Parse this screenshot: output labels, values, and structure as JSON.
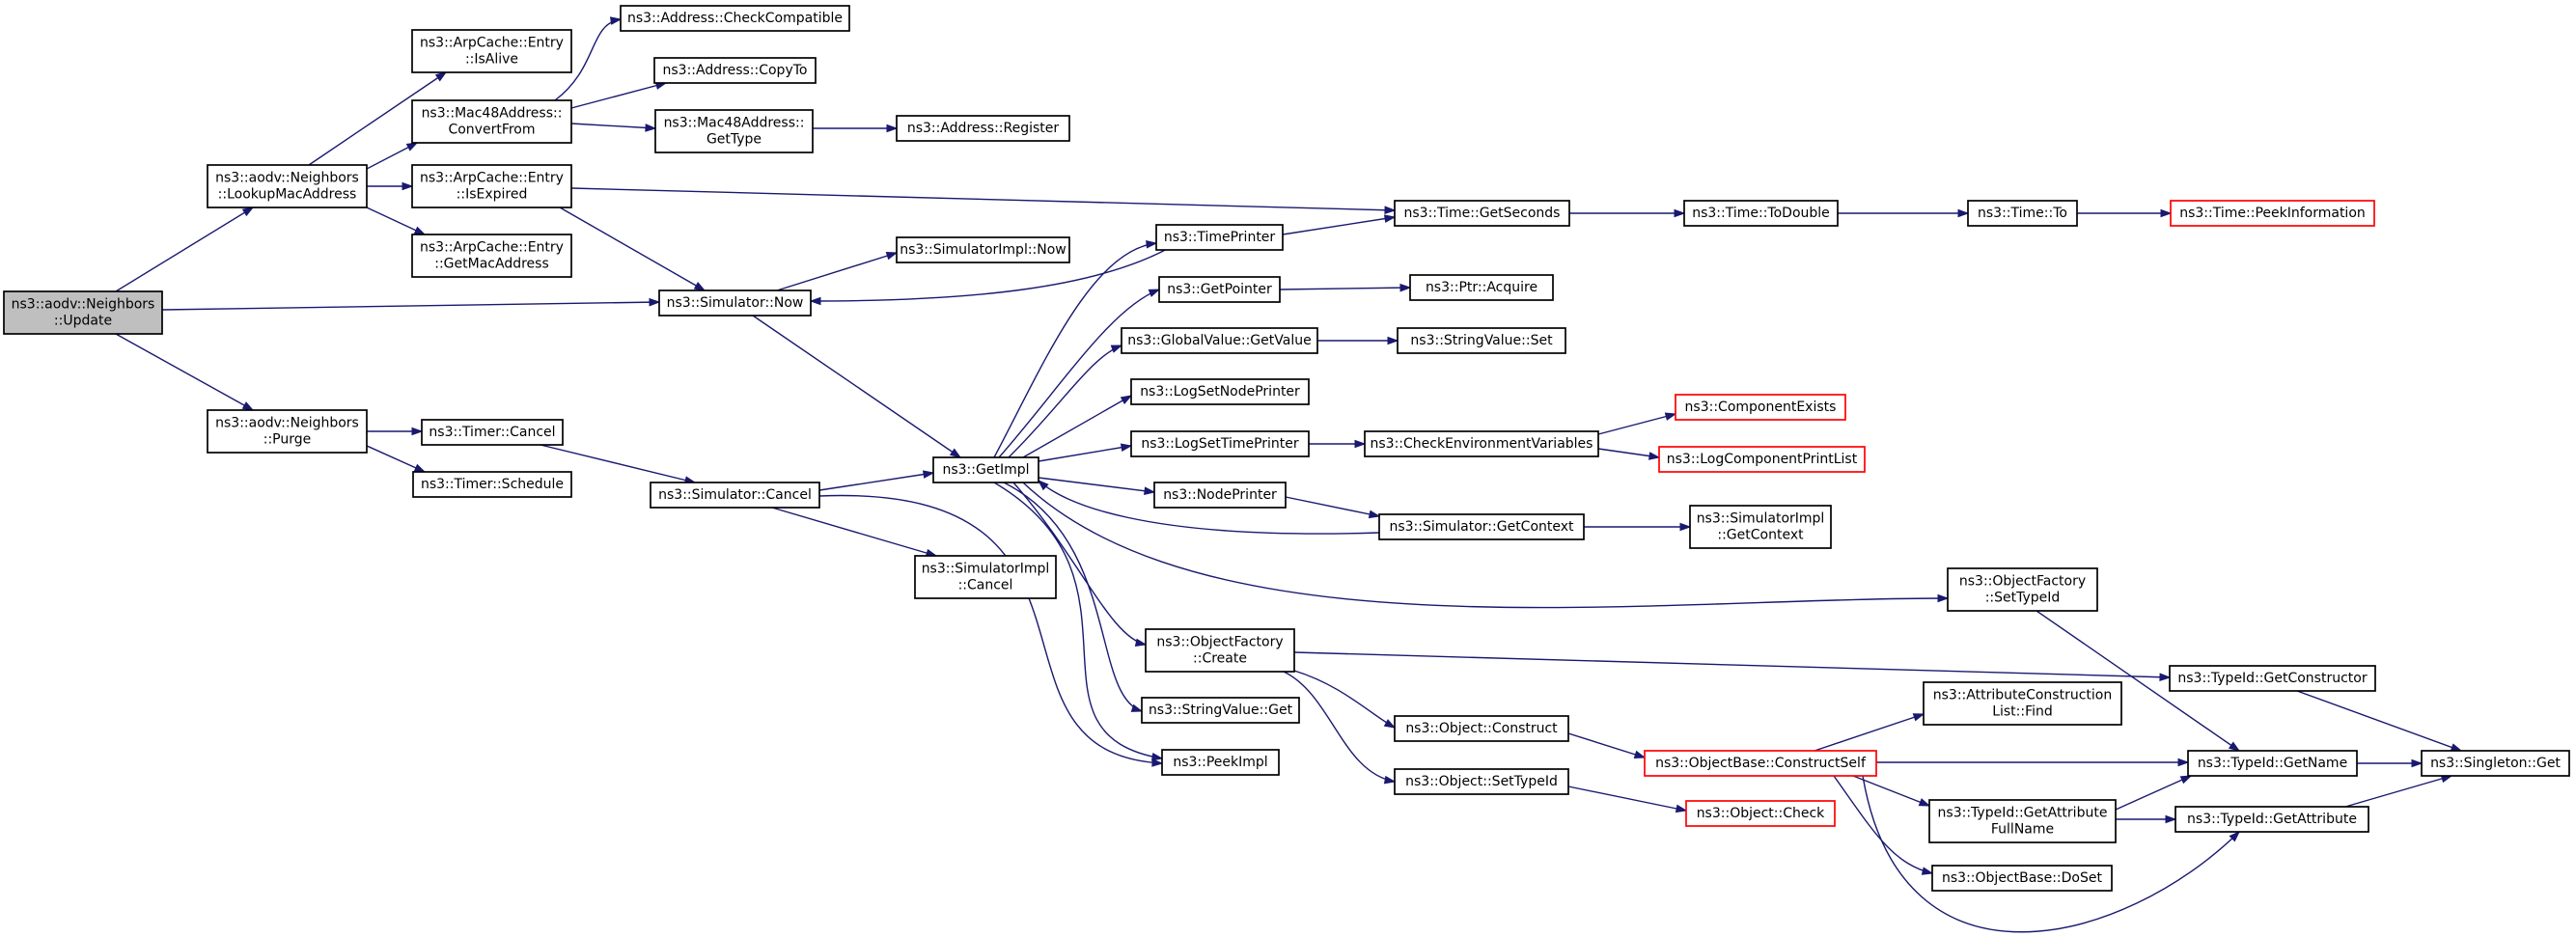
{
  "graph": {
    "nodes": [
      {
        "id": "update",
        "lines": [
          "ns3::aodv::Neighbors",
          "::Update"
        ]
      },
      {
        "id": "lookup_mac",
        "lines": [
          "ns3::aodv::Neighbors",
          "::LookupMacAddress"
        ]
      },
      {
        "id": "purge",
        "lines": [
          "ns3::aodv::Neighbors",
          "::Purge"
        ]
      },
      {
        "id": "arp_isalive",
        "lines": [
          "ns3::ArpCache::Entry",
          "::IsAlive"
        ]
      },
      {
        "id": "mac48_convertfrom",
        "lines": [
          "ns3::Mac48Address::",
          "ConvertFrom"
        ]
      },
      {
        "id": "arp_isexpired",
        "lines": [
          "ns3::ArpCache::Entry",
          "::IsExpired"
        ]
      },
      {
        "id": "arp_getmac",
        "lines": [
          "ns3::ArpCache::Entry",
          "::GetMacAddress"
        ]
      },
      {
        "id": "timer_cancel",
        "lines": [
          "ns3::Timer::Cancel"
        ]
      },
      {
        "id": "timer_schedule",
        "lines": [
          "ns3::Timer::Schedule"
        ]
      },
      {
        "id": "addr_checkcompat",
        "lines": [
          "ns3::Address::CheckCompatible"
        ]
      },
      {
        "id": "addr_copyto",
        "lines": [
          "ns3::Address::CopyTo"
        ]
      },
      {
        "id": "mac48_gettype",
        "lines": [
          "ns3::Mac48Address::",
          "GetType"
        ]
      },
      {
        "id": "addr_register",
        "lines": [
          "ns3::Address::Register"
        ]
      },
      {
        "id": "sim_now",
        "lines": [
          "ns3::Simulator::Now"
        ]
      },
      {
        "id": "sim_cancel",
        "lines": [
          "ns3::Simulator::Cancel"
        ]
      },
      {
        "id": "simimpl_now",
        "lines": [
          "ns3::SimulatorImpl::Now"
        ]
      },
      {
        "id": "simimpl_cancel",
        "lines": [
          "ns3::SimulatorImpl",
          "::Cancel"
        ]
      },
      {
        "id": "getimpl",
        "lines": [
          "ns3::GetImpl"
        ]
      },
      {
        "id": "timeprinter",
        "lines": [
          "ns3::TimePrinter"
        ]
      },
      {
        "id": "getpointer",
        "lines": [
          "ns3::GetPointer"
        ]
      },
      {
        "id": "gv_getvalue",
        "lines": [
          "ns3::GlobalValue::GetValue"
        ]
      },
      {
        "id": "logsetnodeprinter",
        "lines": [
          "ns3::LogSetNodePrinter"
        ]
      },
      {
        "id": "logsettimeprinter",
        "lines": [
          "ns3::LogSetTimePrinter"
        ]
      },
      {
        "id": "nodeprinter",
        "lines": [
          "ns3::NodePrinter"
        ]
      },
      {
        "id": "of_create",
        "lines": [
          "ns3::ObjectFactory",
          "::Create"
        ]
      },
      {
        "id": "stringvalue_get",
        "lines": [
          "ns3::StringValue::Get"
        ]
      },
      {
        "id": "peekimpl",
        "lines": [
          "ns3::PeekImpl"
        ]
      },
      {
        "id": "time_getseconds",
        "lines": [
          "ns3::Time::GetSeconds"
        ]
      },
      {
        "id": "ptr_acquire",
        "lines": [
          "ns3::Ptr::Acquire"
        ]
      },
      {
        "id": "stringvalue_set",
        "lines": [
          "ns3::StringValue::Set"
        ]
      },
      {
        "id": "checkenvvars",
        "lines": [
          "ns3::CheckEnvironmentVariables"
        ]
      },
      {
        "id": "sim_getcontext",
        "lines": [
          "ns3::Simulator::GetContext"
        ]
      },
      {
        "id": "obj_construct",
        "lines": [
          "ns3::Object::Construct"
        ]
      },
      {
        "id": "obj_settypeid",
        "lines": [
          "ns3::Object::SetTypeId"
        ]
      },
      {
        "id": "time_todouble",
        "lines": [
          "ns3::Time::ToDouble"
        ]
      },
      {
        "id": "componentexists",
        "lines": [
          "ns3::ComponentExists"
        ],
        "red": true
      },
      {
        "id": "logcompprintlist",
        "lines": [
          "ns3::LogComponentPrintList"
        ],
        "red": true
      },
      {
        "id": "simimpl_getcontext",
        "lines": [
          "ns3::SimulatorImpl",
          "::GetContext"
        ]
      },
      {
        "id": "objbase_constructself",
        "lines": [
          "ns3::ObjectBase::ConstructSelf"
        ],
        "red": true
      },
      {
        "id": "obj_check",
        "lines": [
          "ns3::Object::Check"
        ],
        "red": true
      },
      {
        "id": "time_to",
        "lines": [
          "ns3::Time::To"
        ]
      },
      {
        "id": "of_settypeid",
        "lines": [
          "ns3::ObjectFactory",
          "::SetTypeId"
        ]
      },
      {
        "id": "attrconslist_find",
        "lines": [
          "ns3::AttributeConstruction",
          "List::Find"
        ]
      },
      {
        "id": "typeid_getattrfullname",
        "lines": [
          "ns3::TypeId::GetAttribute",
          "FullName"
        ]
      },
      {
        "id": "objbase_doset",
        "lines": [
          "ns3::ObjectBase::DoSet"
        ]
      },
      {
        "id": "time_peekinfo",
        "lines": [
          "ns3::Time::PeekInformation"
        ],
        "red": true
      },
      {
        "id": "typeid_getconstructor",
        "lines": [
          "ns3::TypeId::GetConstructor"
        ]
      },
      {
        "id": "typeid_getname",
        "lines": [
          "ns3::TypeId::GetName"
        ]
      },
      {
        "id": "typeid_getattribute",
        "lines": [
          "ns3::TypeId::GetAttribute"
        ]
      },
      {
        "id": "singleton_get",
        "lines": [
          "ns3::Singleton::Get"
        ]
      }
    ],
    "edges": [
      [
        "update",
        "lookup_mac"
      ],
      [
        "update",
        "sim_now"
      ],
      [
        "update",
        "purge"
      ],
      [
        "lookup_mac",
        "arp_isalive"
      ],
      [
        "lookup_mac",
        "mac48_convertfrom"
      ],
      [
        "lookup_mac",
        "arp_isexpired"
      ],
      [
        "lookup_mac",
        "arp_getmac"
      ],
      [
        "mac48_convertfrom",
        "addr_checkcompat"
      ],
      [
        "mac48_convertfrom",
        "addr_copyto"
      ],
      [
        "mac48_convertfrom",
        "mac48_gettype"
      ],
      [
        "mac48_gettype",
        "addr_register"
      ],
      [
        "arp_isexpired",
        "time_getseconds"
      ],
      [
        "arp_isexpired",
        "sim_now"
      ],
      [
        "purge",
        "timer_cancel"
      ],
      [
        "purge",
        "timer_schedule"
      ],
      [
        "timer_cancel",
        "sim_cancel"
      ],
      [
        "sim_now",
        "simimpl_now"
      ],
      [
        "sim_now",
        "getimpl"
      ],
      [
        "sim_cancel",
        "getimpl"
      ],
      [
        "sim_cancel",
        "simimpl_cancel"
      ],
      [
        "sim_cancel",
        "peekimpl"
      ],
      [
        "getimpl",
        "timeprinter"
      ],
      [
        "getimpl",
        "getpointer"
      ],
      [
        "getimpl",
        "gv_getvalue"
      ],
      [
        "getimpl",
        "logsetnodeprinter"
      ],
      [
        "getimpl",
        "logsettimeprinter"
      ],
      [
        "getimpl",
        "nodeprinter"
      ],
      [
        "getimpl",
        "of_settypeid"
      ],
      [
        "getimpl",
        "of_create"
      ],
      [
        "getimpl",
        "stringvalue_get"
      ],
      [
        "getimpl",
        "peekimpl"
      ],
      [
        "timeprinter",
        "time_getseconds"
      ],
      [
        "timeprinter",
        "sim_now"
      ],
      [
        "getpointer",
        "ptr_acquire"
      ],
      [
        "gv_getvalue",
        "stringvalue_set"
      ],
      [
        "logsettimeprinter",
        "checkenvvars"
      ],
      [
        "checkenvvars",
        "componentexists"
      ],
      [
        "checkenvvars",
        "logcompprintlist"
      ],
      [
        "nodeprinter",
        "sim_getcontext"
      ],
      [
        "sim_getcontext",
        "getimpl"
      ],
      [
        "sim_getcontext",
        "simimpl_getcontext"
      ],
      [
        "time_getseconds",
        "time_todouble"
      ],
      [
        "time_todouble",
        "time_to"
      ],
      [
        "time_to",
        "time_peekinfo"
      ],
      [
        "of_create",
        "typeid_getconstructor"
      ],
      [
        "of_create",
        "obj_construct"
      ],
      [
        "of_create",
        "obj_settypeid"
      ],
      [
        "obj_construct",
        "objbase_constructself"
      ],
      [
        "obj_settypeid",
        "obj_check"
      ],
      [
        "objbase_constructself",
        "attrconslist_find"
      ],
      [
        "objbase_constructself",
        "typeid_getname"
      ],
      [
        "objbase_constructself",
        "typeid_getattrfullname"
      ],
      [
        "objbase_constructself",
        "objbase_doset"
      ],
      [
        "objbase_constructself",
        "typeid_getattribute"
      ],
      [
        "of_settypeid",
        "typeid_getname"
      ],
      [
        "typeid_getattrfullname",
        "typeid_getname"
      ],
      [
        "typeid_getattrfullname",
        "typeid_getattribute"
      ],
      [
        "typeid_getconstructor",
        "singleton_get"
      ],
      [
        "typeid_getname",
        "singleton_get"
      ],
      [
        "typeid_getattribute",
        "singleton_get"
      ]
    ]
  }
}
